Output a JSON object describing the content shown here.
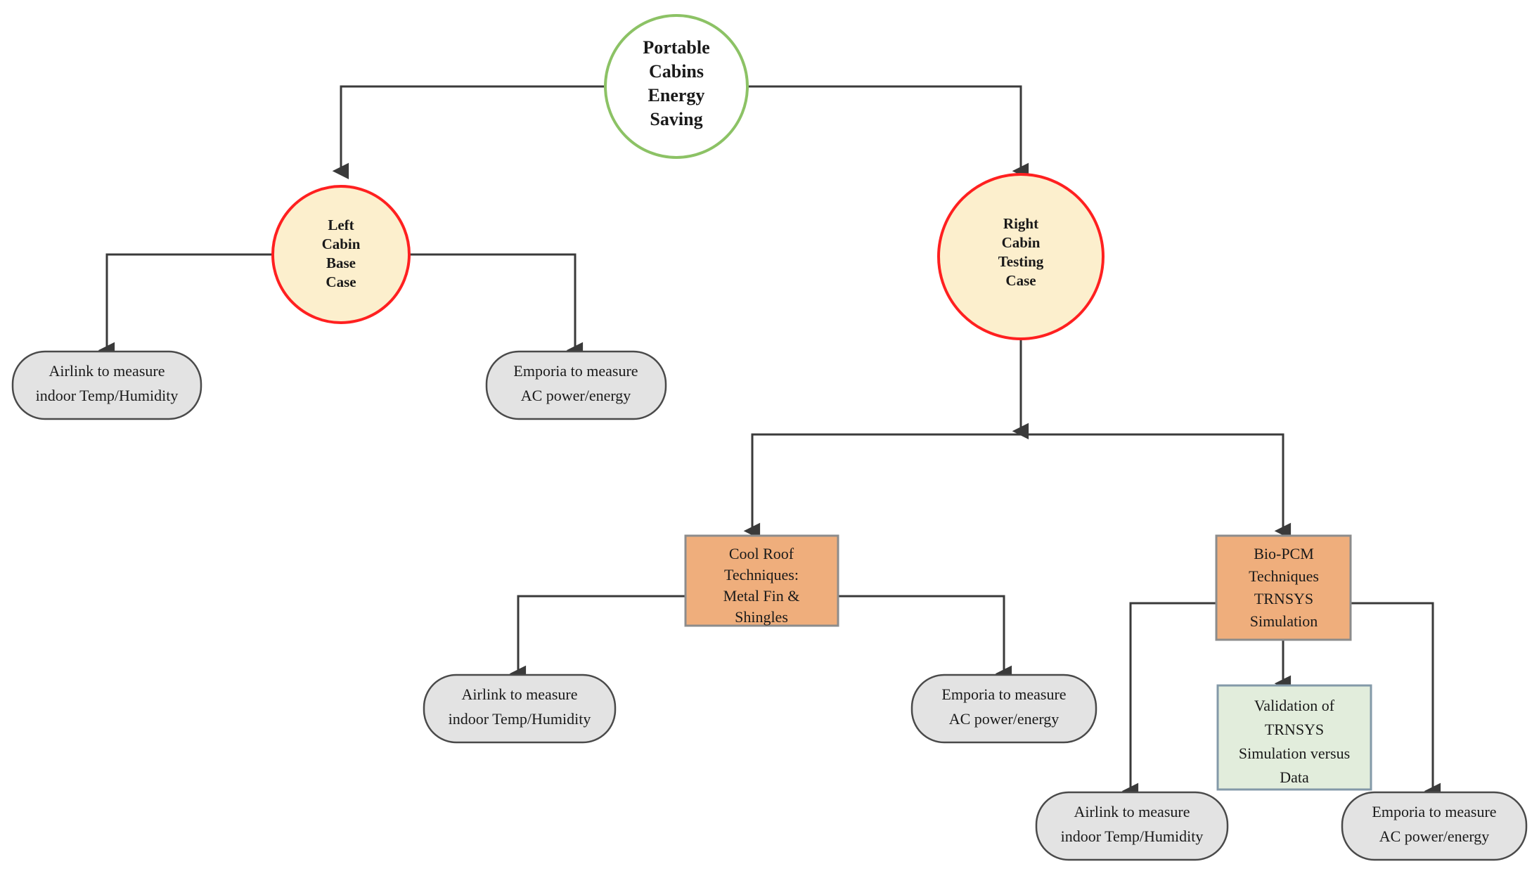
{
  "diagram": {
    "title": "Portable Cabins Energy Saving Flowchart",
    "type": "flowchart",
    "colors": {
      "root_circle_fill": "#ffffff",
      "root_circle_stroke": "#8CC265",
      "case_circle_fill": "#FCEFCD",
      "case_circle_stroke": "#FF2020",
      "technique_box_fill": "#EFAE7C",
      "technique_box_stroke": "#8C8C8C",
      "validation_box_fill": "#E2EDDC",
      "validation_box_stroke": "#8399A8",
      "measure_box_fill": "#E3E3E3",
      "measure_box_stroke": "#4A4A4A",
      "connector_stroke": "#3A3A3A",
      "text_color": "#1A1A1A"
    },
    "nodes": {
      "root": {
        "id": "portable-cabins-energy-saving",
        "shape": "circle",
        "lines": [
          "Portable",
          "Cabins",
          "Energy",
          "Saving"
        ]
      },
      "left_case": {
        "id": "left-cabin-base-case",
        "shape": "circle",
        "lines": [
          "Left",
          "Cabin",
          "Base",
          "Case"
        ]
      },
      "right_case": {
        "id": "right-cabin-testing-case",
        "shape": "circle",
        "lines": [
          "Right",
          "Cabin",
          "Testing",
          "Case"
        ]
      },
      "cool_roof": {
        "id": "cool-roof-techniques",
        "shape": "rectangle",
        "lines": [
          "Cool Roof",
          "Techniques:",
          "Metal Fin &",
          "Shingles"
        ]
      },
      "bio_pcm": {
        "id": "bio-pcm-techniques",
        "shape": "rectangle",
        "lines": [
          "Bio-PCM",
          "Techniques",
          "TRNSYS",
          "Simulation"
        ]
      },
      "validation": {
        "id": "validation-trnsys",
        "shape": "rectangle",
        "lines": [
          "Validation of",
          "TRNSYS",
          "Simulation versus",
          "Data"
        ]
      },
      "airlink_left": {
        "id": "airlink-left-cabin",
        "shape": "rounded",
        "lines": [
          "Airlink  to measure",
          "indoor Temp/Humidity"
        ]
      },
      "emporia_left": {
        "id": "emporia-left-cabin",
        "shape": "rounded",
        "lines": [
          "Emporia to measure",
          "AC power/energy"
        ]
      },
      "airlink_cool_roof": {
        "id": "airlink-cool-roof",
        "shape": "rounded",
        "lines": [
          "Airlink to measure",
          "indoor Temp/Humidity"
        ]
      },
      "emporia_cool_roof": {
        "id": "emporia-cool-roof",
        "shape": "rounded",
        "lines": [
          "Emporia to measure",
          "AC power/energy"
        ]
      },
      "airlink_bio_pcm": {
        "id": "airlink-bio-pcm",
        "shape": "rounded",
        "lines": [
          "Airlink to measure",
          "indoor Temp/Humidity"
        ]
      },
      "emporia_bio_pcm": {
        "id": "emporia-bio-pcm",
        "shape": "rounded",
        "lines": [
          "Emporia to measure",
          "AC power/energy"
        ]
      }
    },
    "edges": [
      {
        "from": "root",
        "to": "left_case"
      },
      {
        "from": "root",
        "to": "right_case"
      },
      {
        "from": "left_case",
        "to": "airlink_left"
      },
      {
        "from": "left_case",
        "to": "emporia_left"
      },
      {
        "from": "right_case",
        "to": "cool_roof"
      },
      {
        "from": "right_case",
        "to": "bio_pcm"
      },
      {
        "from": "cool_roof",
        "to": "airlink_cool_roof"
      },
      {
        "from": "cool_roof",
        "to": "emporia_cool_roof"
      },
      {
        "from": "bio_pcm",
        "to": "airlink_bio_pcm"
      },
      {
        "from": "bio_pcm",
        "to": "validation"
      },
      {
        "from": "bio_pcm",
        "to": "emporia_bio_pcm"
      }
    ]
  }
}
